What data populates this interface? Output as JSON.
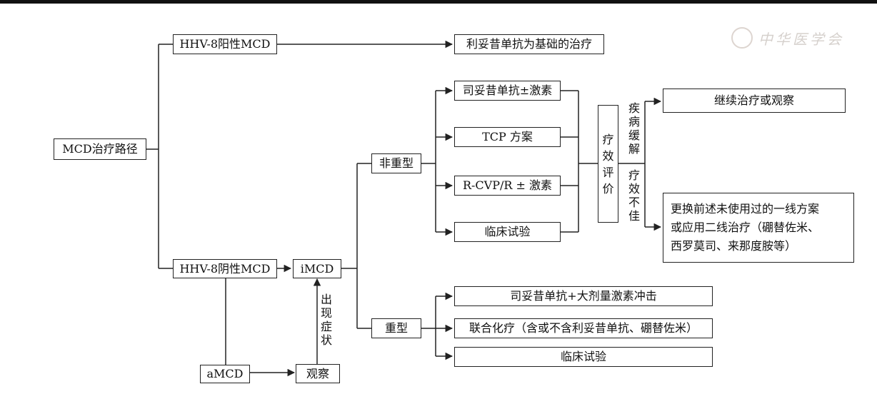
{
  "watermark": {
    "text": "中华医学会"
  },
  "nodes": {
    "root": "MCD治疗路径",
    "hhv8_pos": "HHV-8阳性MCD",
    "rituximab_base": "利妥昔单抗为基础的治疗",
    "hhv8_neg": "HHV-8阴性MCD",
    "imcd": "iMCD",
    "amcd": "aMCD",
    "observe": "观察",
    "symptom": [
      "出",
      "现",
      "症",
      "状"
    ],
    "nonsevere": "非重型",
    "severe": "重型",
    "ns_opt1": "司妥昔单抗±激素",
    "ns_opt2": "TCP 方案",
    "ns_opt3": "R-CVP/R ± 激素",
    "ns_opt4": "临床试验",
    "eval": [
      "疗",
      "效",
      "评",
      "价"
    ],
    "remission": [
      "疾",
      "病",
      "缓",
      "解"
    ],
    "poor": [
      "疗",
      "效",
      "不",
      "佳"
    ],
    "continue": "继续治疗或观察",
    "switch": [
      "更换前述未使用过的一线方案",
      "或应用二线治疗（硼替佐米、",
      "西罗莫司、来那度胺等）"
    ],
    "sv_opt1": "司妥昔单抗+大剂量激素冲击",
    "sv_opt2": "联合化疗（含或不含利妥昔单抗、硼替佐米）",
    "sv_opt3": "临床试验"
  }
}
